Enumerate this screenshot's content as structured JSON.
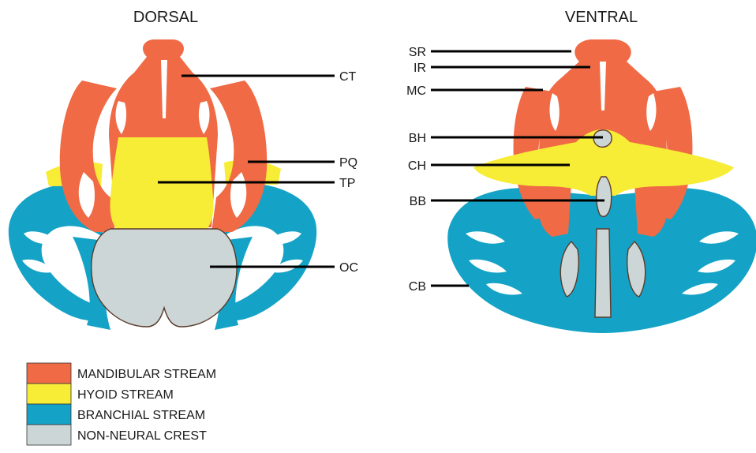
{
  "views": {
    "dorsal": {
      "title": "DORSAL"
    },
    "ventral": {
      "title": "VENTRAL"
    }
  },
  "colors": {
    "mandibular": "#ef6a45",
    "hyoid": "#f7ec36",
    "branchial": "#14a3c6",
    "non_neural": "#ccd6d6"
  },
  "labels": {
    "dorsal": [
      "CT",
      "PQ",
      "TP",
      "OC"
    ],
    "ventral": [
      "SR",
      "IR",
      "MC",
      "BH",
      "CH",
      "BB",
      "CB"
    ]
  },
  "legend": [
    {
      "label": "MANDIBULAR STREAM",
      "color_key": "mandibular"
    },
    {
      "label": "HYOID STREAM",
      "color_key": "hyoid"
    },
    {
      "label": "BRANCHIAL STREAM",
      "color_key": "branchial"
    },
    {
      "label": "NON-NEURAL CREST",
      "color_key": "non_neural"
    }
  ]
}
